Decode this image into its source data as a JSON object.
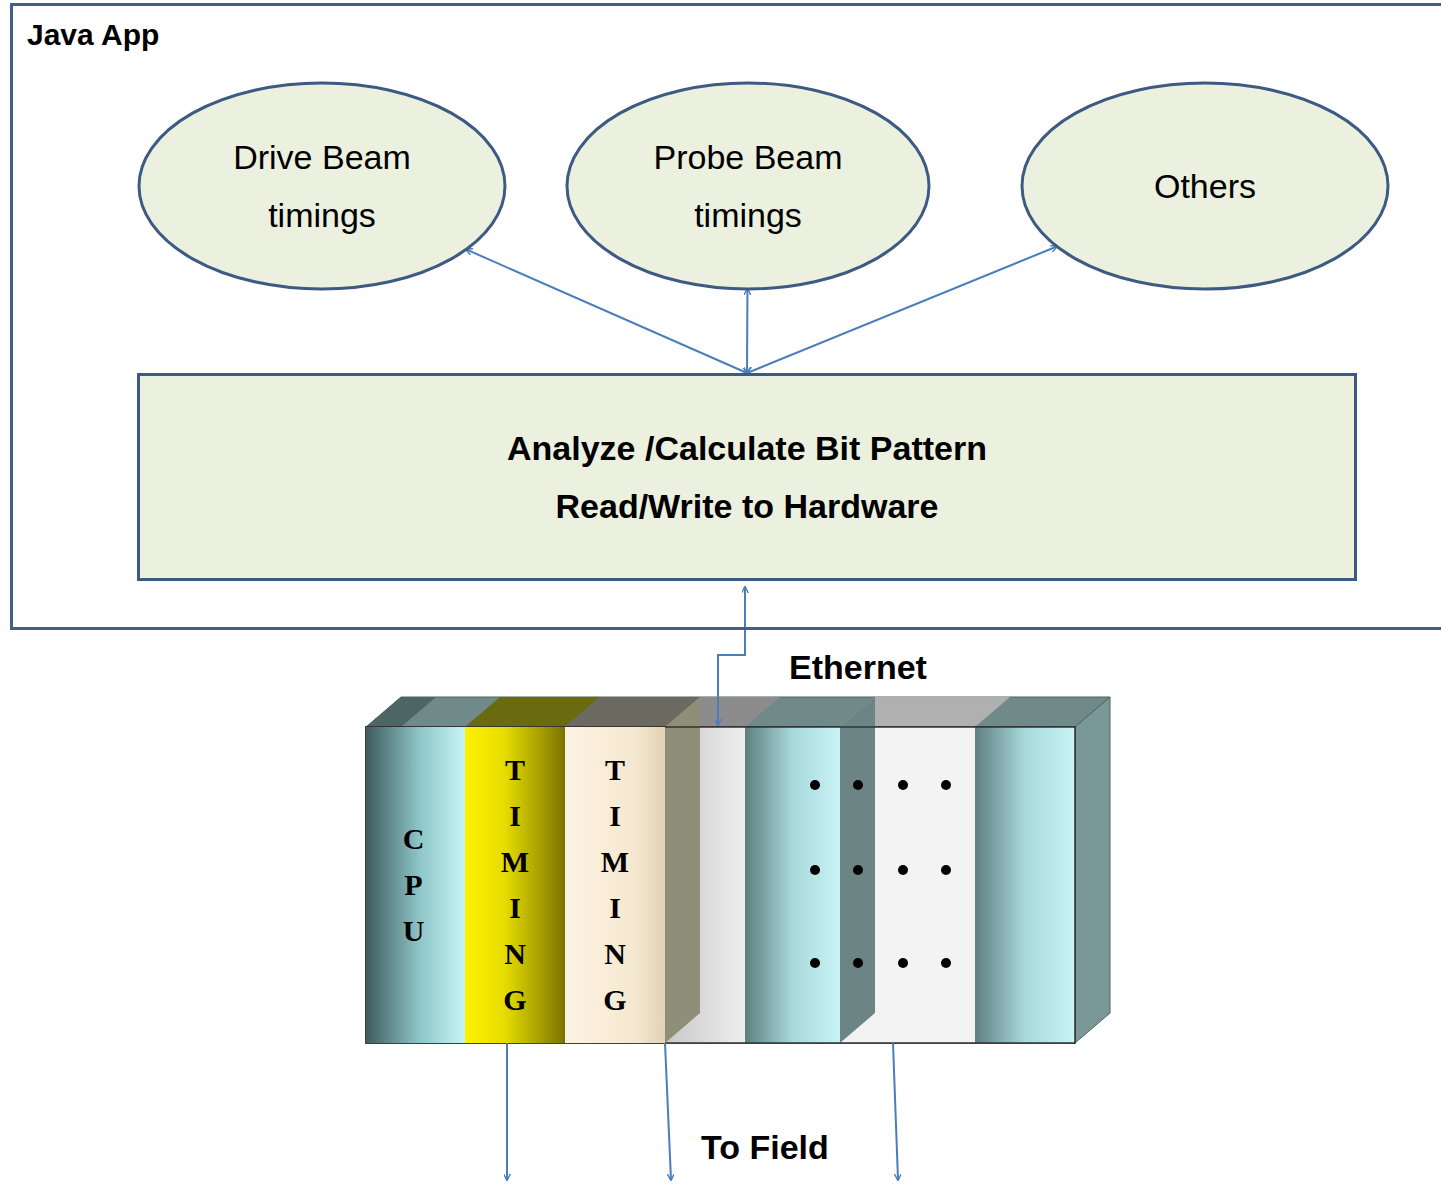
{
  "diagram": {
    "nodes": [
      {
        "text": [
          "Java App"
        ]
      },
      {
        "text": [
          "Drive Beam timings"
        ],
        "in": 0
      },
      {
        "text": [
          "Probe Beam timings"
        ],
        "in": 0
      },
      {
        "text": [
          "Others"
        ],
        "in": 0
      },
      {
        "text": [
          "Analyze /Calculate Bit Pattern Read/Write to Hardware"
        ],
        "in": 0
      },
      {
        "text": [
          "CPU"
        ]
      },
      {
        "text": [
          "TIMING"
        ]
      },
      {
        "text": [
          "TIMING"
        ]
      }
    ],
    "edges": [
      {
        "from": 1,
        "to": 4,
        "arrow": "both"
      },
      {
        "from": 2,
        "to": 4,
        "arrow": "both"
      },
      {
        "from": 3,
        "to": 4,
        "arrow": "both"
      }
    ],
    "labels": [
      "Ethernet",
      "To Field"
    ]
  }
}
